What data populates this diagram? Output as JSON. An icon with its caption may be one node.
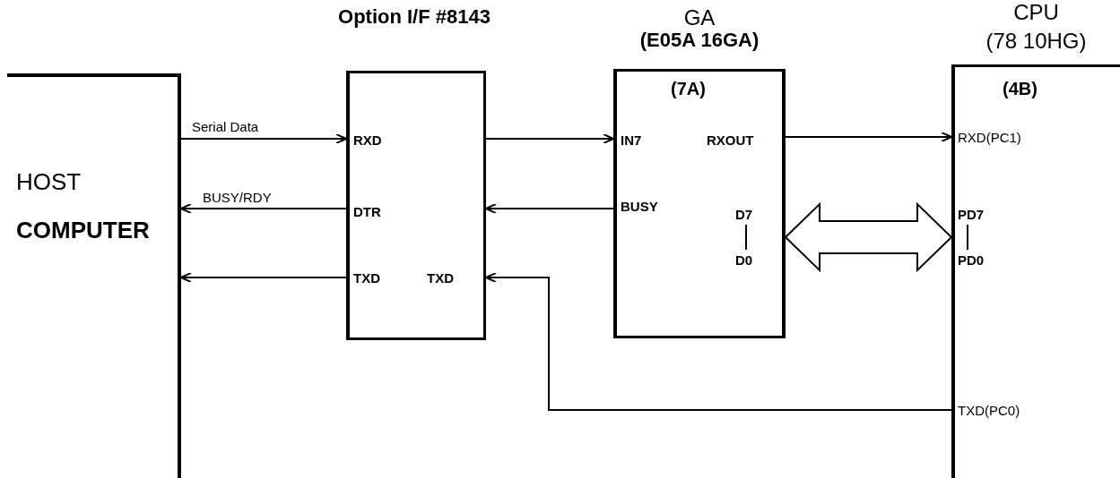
{
  "diagram": {
    "nodes": [
      {
        "text": [
          "HOST",
          "COMPUTER"
        ]
      },
      {
        "text": [
          "Option I/F #8143",
          "RXD",
          "DTR",
          "TXD",
          "TXD"
        ]
      },
      {
        "text": [
          "GA",
          "(E05A 16GA)",
          "(7A)",
          "IN7",
          "RXOUT",
          "BUSY",
          "D7",
          "D0"
        ]
      },
      {
        "text": [
          "CPU",
          "(78 10HG)",
          "(4B)",
          "RXD(PC1)",
          "PD7",
          "PD0",
          "TXD(PC0)"
        ]
      }
    ],
    "edges": [
      {
        "from": 0,
        "to": 1,
        "arrow": "to",
        "label": "Serial Data"
      },
      {
        "from": 1,
        "to": 0,
        "arrow": "to",
        "label": "BUSY/RDY"
      },
      {
        "from": 1,
        "to": 0,
        "arrow": "to"
      },
      {
        "from": 1,
        "to": 2,
        "arrow": "to"
      },
      {
        "from": 2,
        "to": 1,
        "arrow": "to"
      },
      {
        "from": 3,
        "to": 1,
        "arrow": "to"
      },
      {
        "from": 2,
        "to": 3,
        "arrow": "to"
      },
      {
        "from": 2,
        "to": 3,
        "arrow": "both",
        "style": "thick"
      }
    ]
  }
}
